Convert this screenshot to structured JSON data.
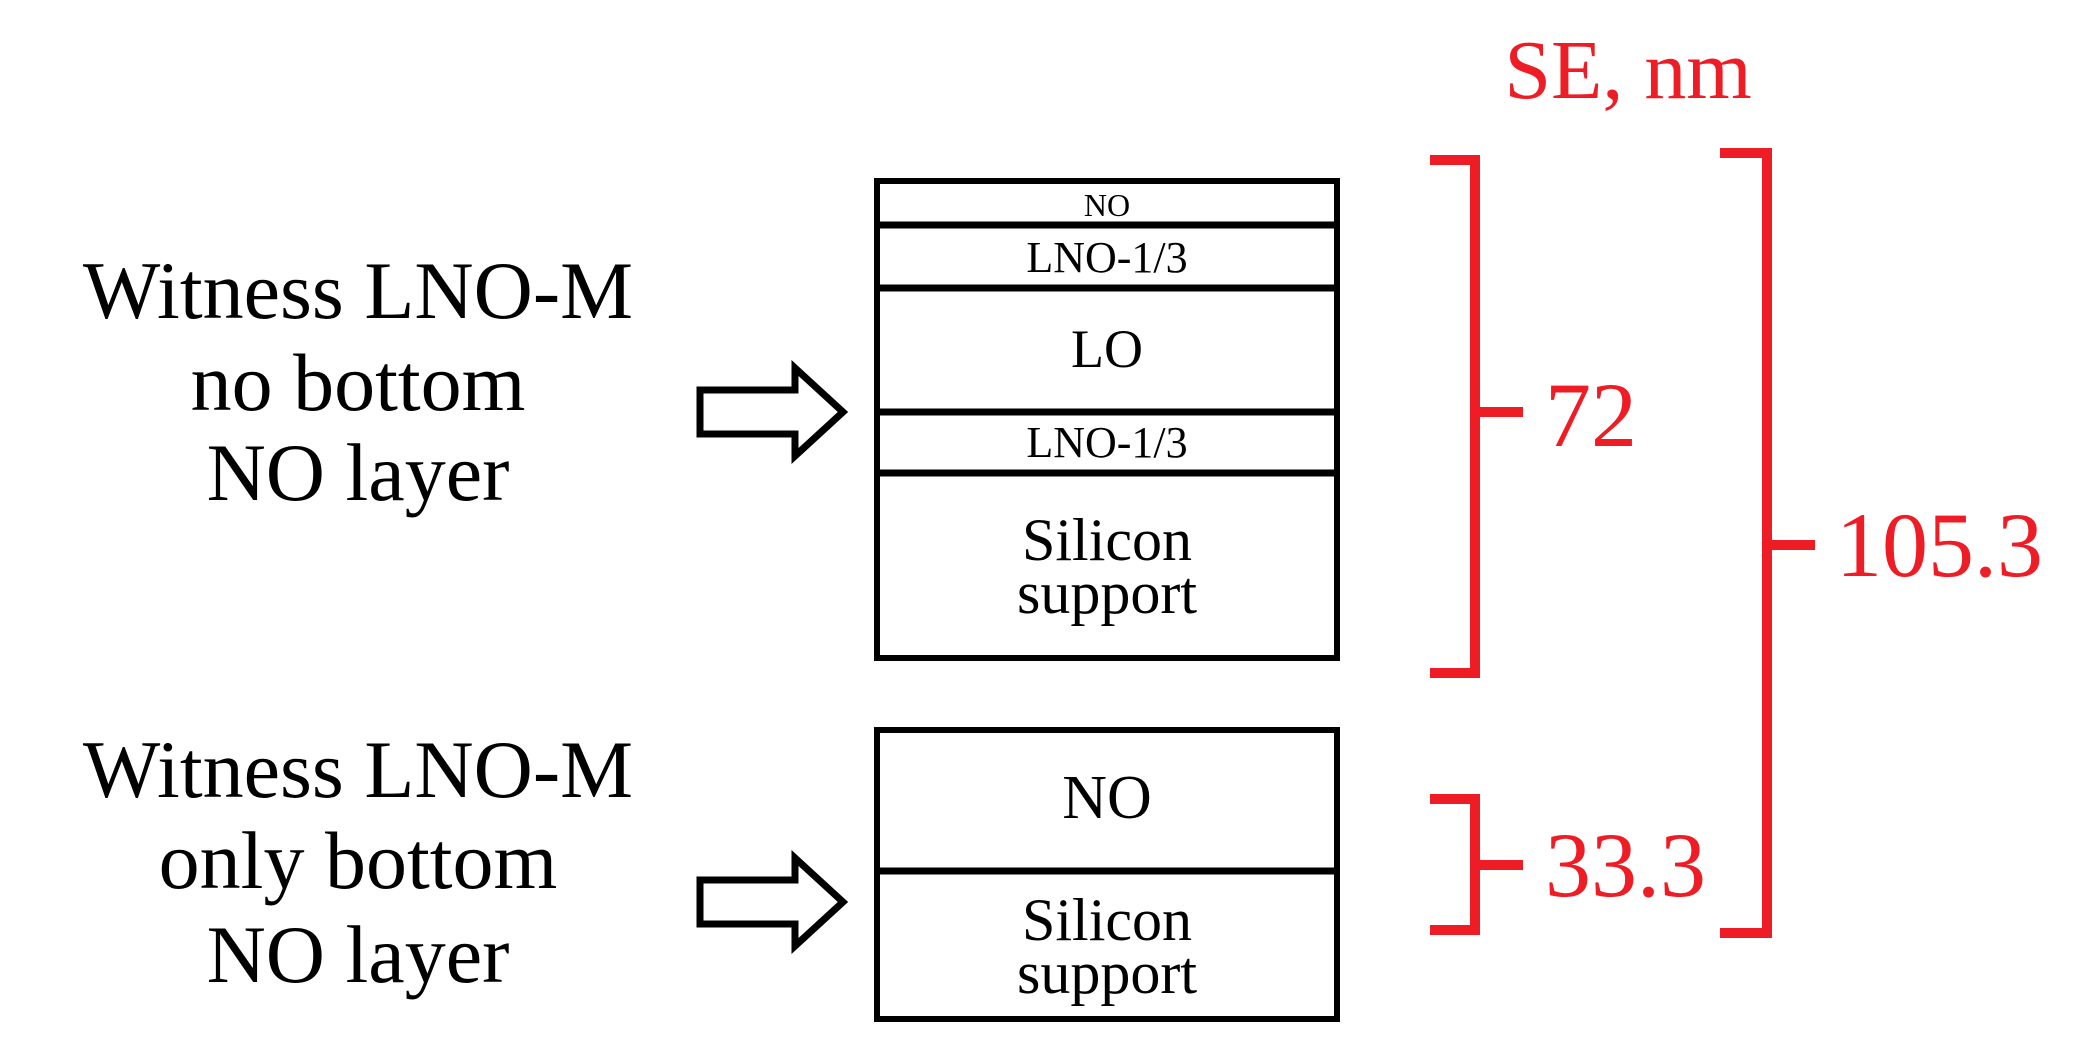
{
  "header": {
    "title": "SE, nm"
  },
  "colors": {
    "annotation": "#ee1c24",
    "stroke": "#000000",
    "text": "#000000",
    "background": "#ffffff"
  },
  "samples": [
    {
      "label_lines": [
        "Witness LNO-M",
        "no bottom",
        "NO layer"
      ],
      "stack": [
        {
          "name": "NO"
        },
        {
          "name": "LNO-1/3"
        },
        {
          "name": "LO"
        },
        {
          "name": "LNO-1/3"
        },
        {
          "name": "Silicon support",
          "lines": [
            "Silicon",
            "support"
          ]
        }
      ]
    },
    {
      "label_lines": [
        "Witness LNO-M",
        "only bottom",
        "NO layer"
      ],
      "stack": [
        {
          "name": "NO"
        },
        {
          "name": "Silicon support",
          "lines": [
            "Silicon",
            "support"
          ]
        }
      ]
    }
  ],
  "thickness": {
    "top_stack": "72",
    "bottom_layer": "33.3",
    "total": "105.3"
  }
}
